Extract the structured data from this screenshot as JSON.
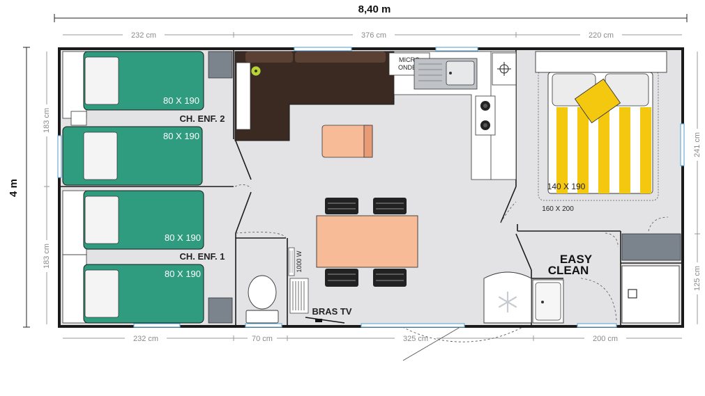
{
  "dimensions": {
    "total_width": "8,40 m",
    "total_depth": "4 m",
    "top_segments": [
      "232 cm",
      "376 cm",
      "220 cm"
    ],
    "bottom_segments": [
      "232 cm",
      "70 cm",
      "325 cm",
      "200 cm"
    ],
    "left_segments": [
      "183 cm",
      "183 cm"
    ],
    "right_segments": [
      "241 cm",
      "125 cm"
    ]
  },
  "rooms": {
    "child_room_2": "CH. ENF. 2",
    "child_room_1": "CH. ENF. 1"
  },
  "beds": {
    "single_beds": [
      "80 X 190",
      "80 X 190",
      "80 X 190",
      "80 X 190"
    ],
    "double_bed": "140 X 190",
    "double_room_size": "160 X 200"
  },
  "labels": {
    "microwave": [
      "MICRO",
      "ONDES"
    ],
    "heater": "1000 W",
    "tv_bracket": "BRAS TV",
    "easy_clean": [
      "EASY",
      "CLEAN"
    ]
  },
  "colors": {
    "wall": "#1a1a1a",
    "floor": "#e3e3e5",
    "single_bed": "#2f9c7f",
    "stripe_yellow": "#f4c80f",
    "sofa": "#3b2a22",
    "table": "#f8bb98",
    "shower_tray": "#7b848c"
  }
}
